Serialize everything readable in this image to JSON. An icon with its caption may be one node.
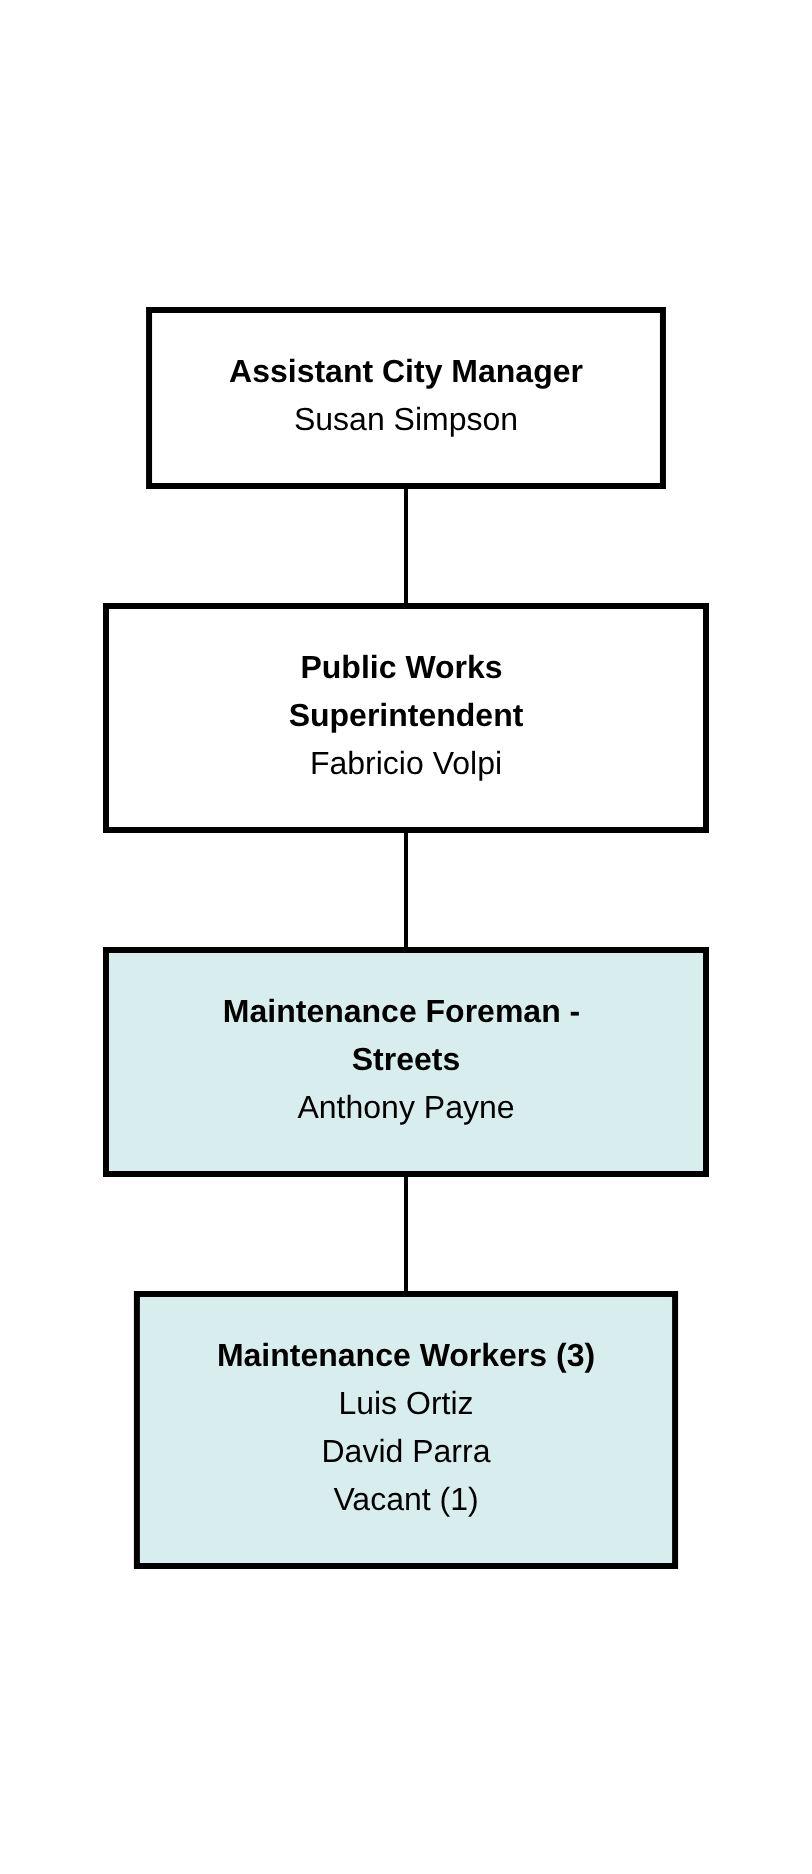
{
  "diagram": {
    "nodes": [
      {
        "text": [
          "Assistant City Manager",
          "Susan Simpson"
        ]
      },
      {
        "text": [
          "Public Works Superintendent",
          "Fabricio Volpi"
        ]
      },
      {
        "text": [
          "Maintenance Foreman - Streets",
          "Anthony Payne"
        ]
      },
      {
        "text": [
          "Maintenance Workers (3)",
          "Luis Ortiz",
          "David Parra",
          "Vacant (1)"
        ]
      }
    ],
    "edges": [
      {
        "from": 0,
        "to": 1,
        "arrow": "none"
      },
      {
        "from": 1,
        "to": 2,
        "arrow": "none"
      },
      {
        "from": 2,
        "to": 3,
        "arrow": "none"
      }
    ]
  }
}
